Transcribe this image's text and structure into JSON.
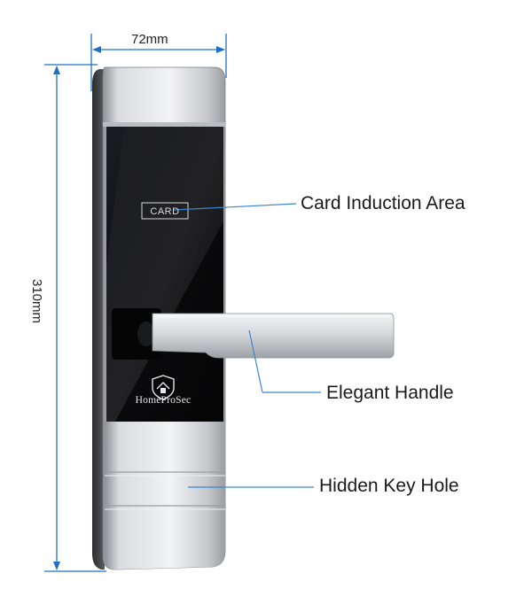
{
  "dimensions": {
    "width_label": "72mm",
    "height_label": "310mm"
  },
  "lock": {
    "card_area_text": "CARD",
    "brand_name": "HomeProSec"
  },
  "callouts": {
    "card_induction": "Card Induction Area",
    "handle": "Elegant Handle",
    "key_hole": "Hidden Key Hole"
  },
  "colors": {
    "dimension_line": "#1e6fc8",
    "callout_line": "#3a86d4",
    "panel_black": "#0b0b0d",
    "silver": "#c8cbcf"
  }
}
